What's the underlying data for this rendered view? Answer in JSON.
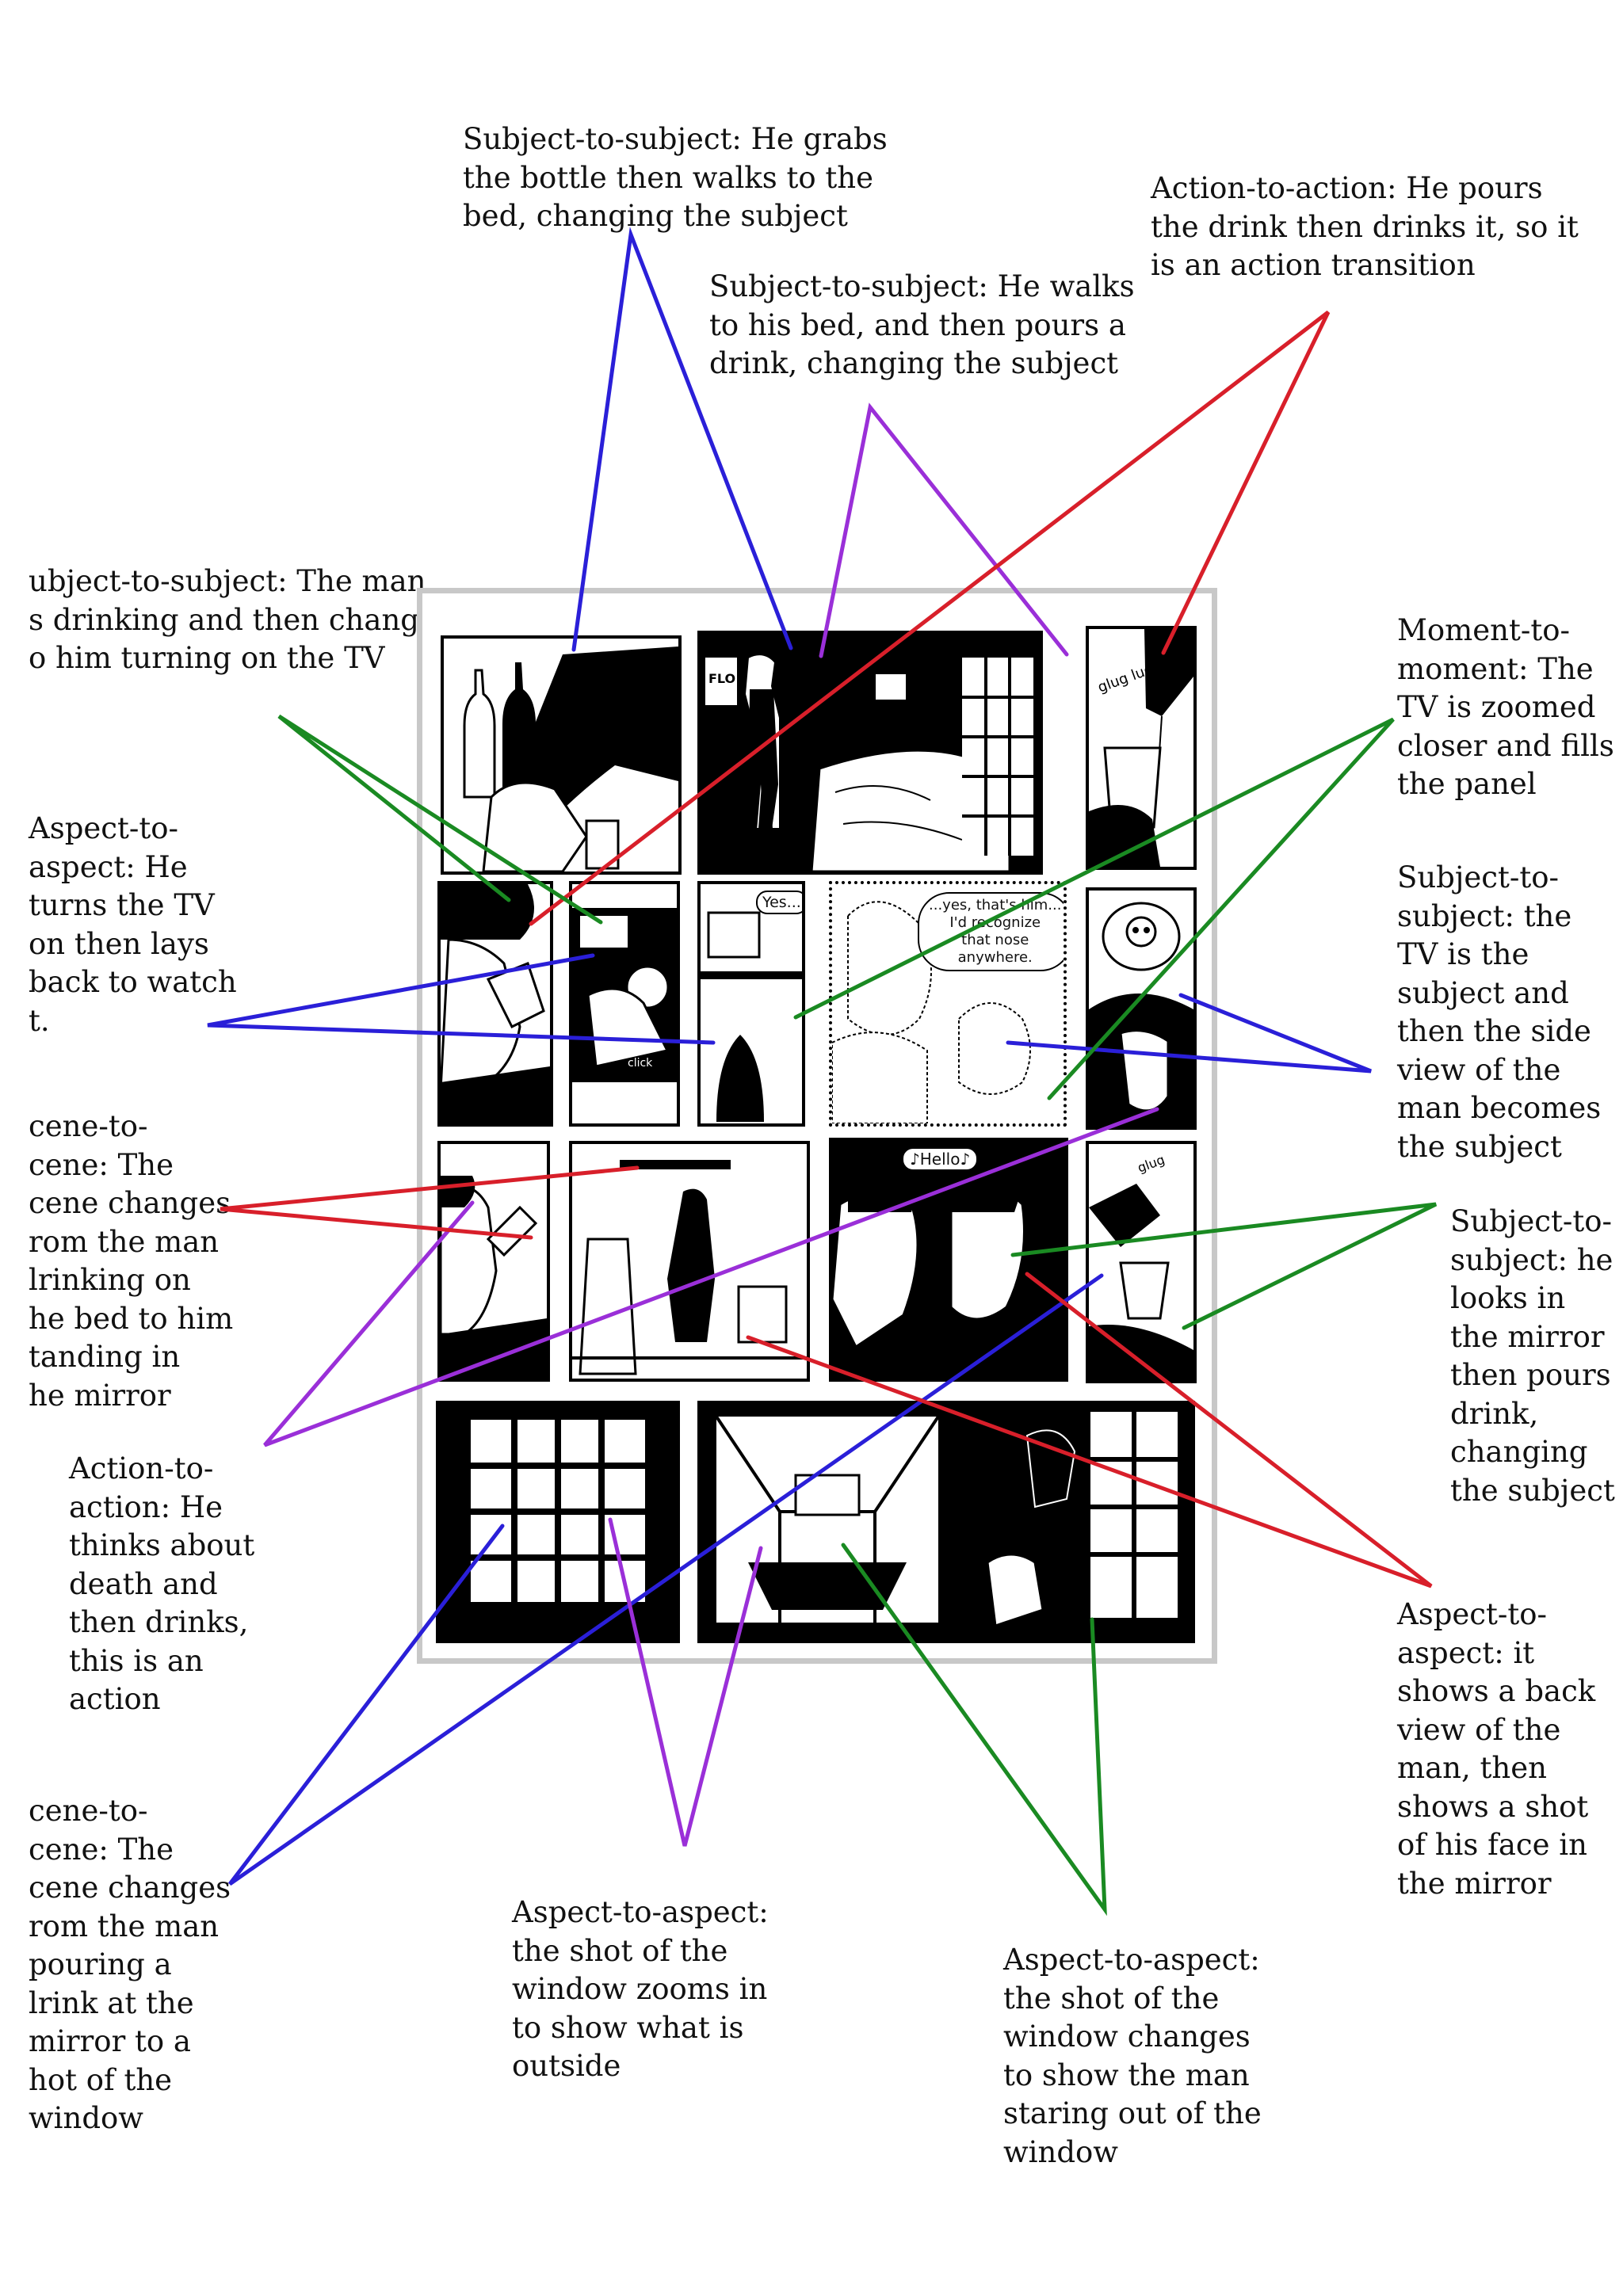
{
  "annotations": {
    "a1": "Subject-to-subject: He grabs\nthe bottle then walks to the\nbed, changing the subject",
    "a2": "Subject-to-subject: He walks\nto his bed, and then pours a\ndrink, changing the subject",
    "a3": "Action-to-action: He pours\nthe drink then drinks it, so it\nis an action transition",
    "a4": "ubject-to-subject: The man\ns drinking and then changes\no him turning on the TV",
    "a5": "Moment-to-\nmoment: The\nTV is zoomed\ncloser and fills\nthe panel",
    "a6": "Aspect-to-\naspect: He\nturns the TV\non then lays\nback to watch\nt.",
    "a7": "Subject-to-\nsubject: the\nTV is the\nsubject and\nthen the side\nview of the\nman becomes\nthe subject",
    "a8": "cene-to-\ncene: The\ncene changes\nrom the man\nlrinking on\nhe bed to him\ntanding in\nhe mirror",
    "a9": "Subject-to-\nsubject: he\nlooks in\nthe mirror\nthen pours\ndrink,\nchanging\nthe subject",
    "a10": "Action-to-\naction: He\nthinks about\ndeath and\nthen drinks,\nthis is an\naction",
    "a11": "Aspect-to-\naspect: it\nshows a back\nview of the\nman, then\nshows a shot\nof his face in\nthe mirror",
    "a12": "cene-to-\ncene: The\ncene changes\nrom the man\npouring a\nlrink at the\nmirror to a\nhot of the\nwindow",
    "a13": "Aspect-to-aspect:\nthe shot of the\nwindow zooms in\nto show what is\noutside",
    "a14": "Aspect-to-aspect:\nthe shot of the\nwindow changes\nto show the man\nstaring out of the\nwindow"
  },
  "comic": {
    "flo_sign": "FLO",
    "glug_lug": "glug\nlug",
    "yes": "Yes...",
    "speech": "...yes, that's him...\nI'd recognize\nthat nose\nanywhere.",
    "click": "click",
    "hello": "♪Hello♪",
    "glug": "glug"
  },
  "colors": {
    "blue": "#2a1fd8",
    "purple": "#9a2fd8",
    "red": "#d81f2a",
    "green": "#1a8a22",
    "frame": "#c8c8c8"
  }
}
